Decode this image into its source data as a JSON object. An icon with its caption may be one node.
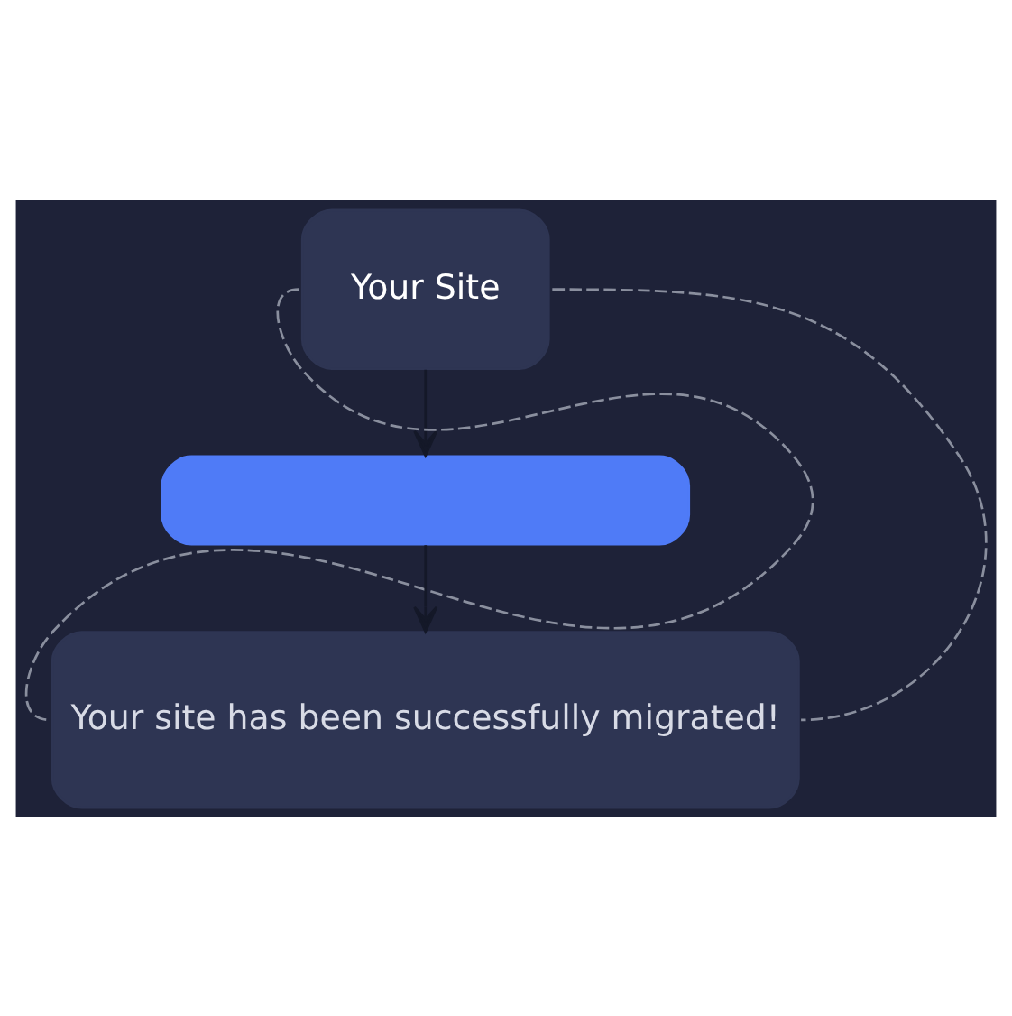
{
  "diagram": {
    "nodes": [
      {
        "text": [
          "Your Site"
        ]
      },
      {
        "text": [],
        "shape": "box"
      },
      {
        "text": [
          "Your site has been successfully migrated!"
        ]
      }
    ],
    "edges": [
      {
        "from": 0,
        "to": 1,
        "arrow": "to"
      },
      {
        "from": 1,
        "to": 2,
        "arrow": "to"
      },
      {
        "from": 0,
        "to": 2,
        "arrow": "none",
        "style": "dashed",
        "color": "#8a8f9e"
      },
      {
        "from": 0,
        "to": 2,
        "arrow": "none",
        "style": "dashed",
        "color": "#8a8f9e"
      }
    ]
  }
}
